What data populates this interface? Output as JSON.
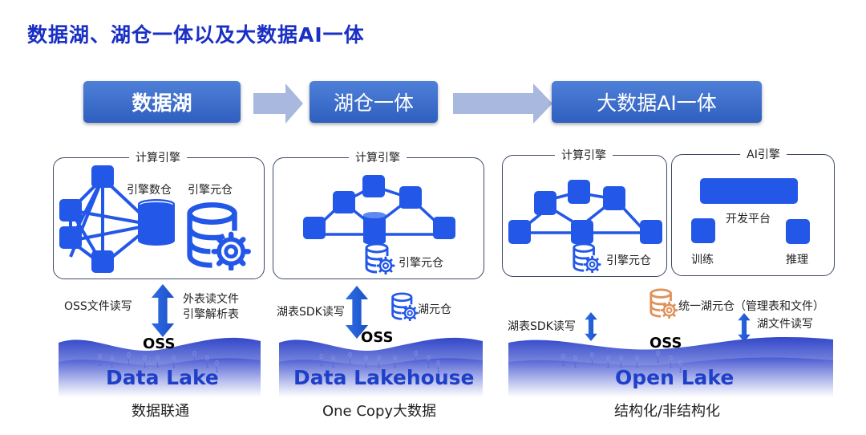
{
  "title": "数据湖、湖仓一体以及大数据AI一体",
  "stages": [
    {
      "label": "数据湖"
    },
    {
      "label": "湖仓一体"
    },
    {
      "label": "大数据AI一体"
    }
  ],
  "colors": {
    "title": "#1a2fc4",
    "stage_box": "#3a68c9",
    "stage_arrow": "#a9b8de",
    "node": "#2357e8",
    "lake": "#3a4fd0",
    "lake_text": "#1f3fc8",
    "unified_catalog": "#e0925a"
  },
  "columns": [
    {
      "engine_label": "计算引擎",
      "engine_items": [
        "引擎数仓",
        "引擎元仓"
      ],
      "left_flow": "OSS文件读写",
      "right_flow": [
        "外表读文件",
        "引擎解析表"
      ],
      "storage": "OSS",
      "lake_name": "Data Lake",
      "caption": "数据联通"
    },
    {
      "engine_label": "计算引擎",
      "engine_items": [
        "引擎元仓"
      ],
      "left_flow": "湖表SDK读写",
      "catalog": "湖元仓",
      "storage": "OSS",
      "lake_name": "Data Lakehouse",
      "caption": "One Copy大数据"
    },
    {
      "engine_label": "计算引擎",
      "engine_items": [
        "引擎元仓"
      ],
      "ai_engine_label": "AI引擎",
      "ai_items": {
        "platform": "开发平台",
        "train": "训练",
        "infer": "推理"
      },
      "left_flow": "湖表SDK读写",
      "catalog": "统一湖元仓（管理表和文件）",
      "right_flow": "湖文件读写",
      "storage": "OSS",
      "lake_name": "Open Lake",
      "caption": "结构化/非结构化"
    }
  ],
  "binary_digits": [
    "0",
    "1",
    "0",
    "1",
    "0",
    "1",
    "0",
    "1",
    "0",
    "1",
    "0",
    "1",
    "0",
    "1",
    "0",
    "1",
    "0",
    "1"
  ]
}
